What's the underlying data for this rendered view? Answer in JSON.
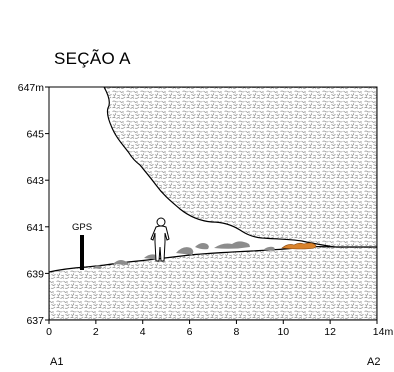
{
  "title": "SEÇÃO A",
  "y_axis": {
    "ticks": [
      {
        "value": 647,
        "label": "647m"
      },
      {
        "value": 645,
        "label": "645"
      },
      {
        "value": 643,
        "label": "643"
      },
      {
        "value": 641,
        "label": "641"
      },
      {
        "value": 639,
        "label": "639"
      },
      {
        "value": 637,
        "label": "637"
      }
    ]
  },
  "x_axis": {
    "ticks": [
      {
        "value": 0,
        "label": "0"
      },
      {
        "value": 2,
        "label": "2"
      },
      {
        "value": 4,
        "label": "4"
      },
      {
        "value": 6,
        "label": "6"
      },
      {
        "value": 8,
        "label": "8"
      },
      {
        "value": 10,
        "label": "10"
      },
      {
        "value": 12,
        "label": "12"
      },
      {
        "value": 14,
        "label": "14m"
      }
    ]
  },
  "gps_label": "GPS",
  "endpoints": {
    "left": "A1",
    "right": "A2"
  },
  "colors": {
    "rock_texture": "#8a8a8a",
    "debris": "#8c8c8c",
    "orange_deposit": "#d9822b",
    "outline": "#000000"
  }
}
